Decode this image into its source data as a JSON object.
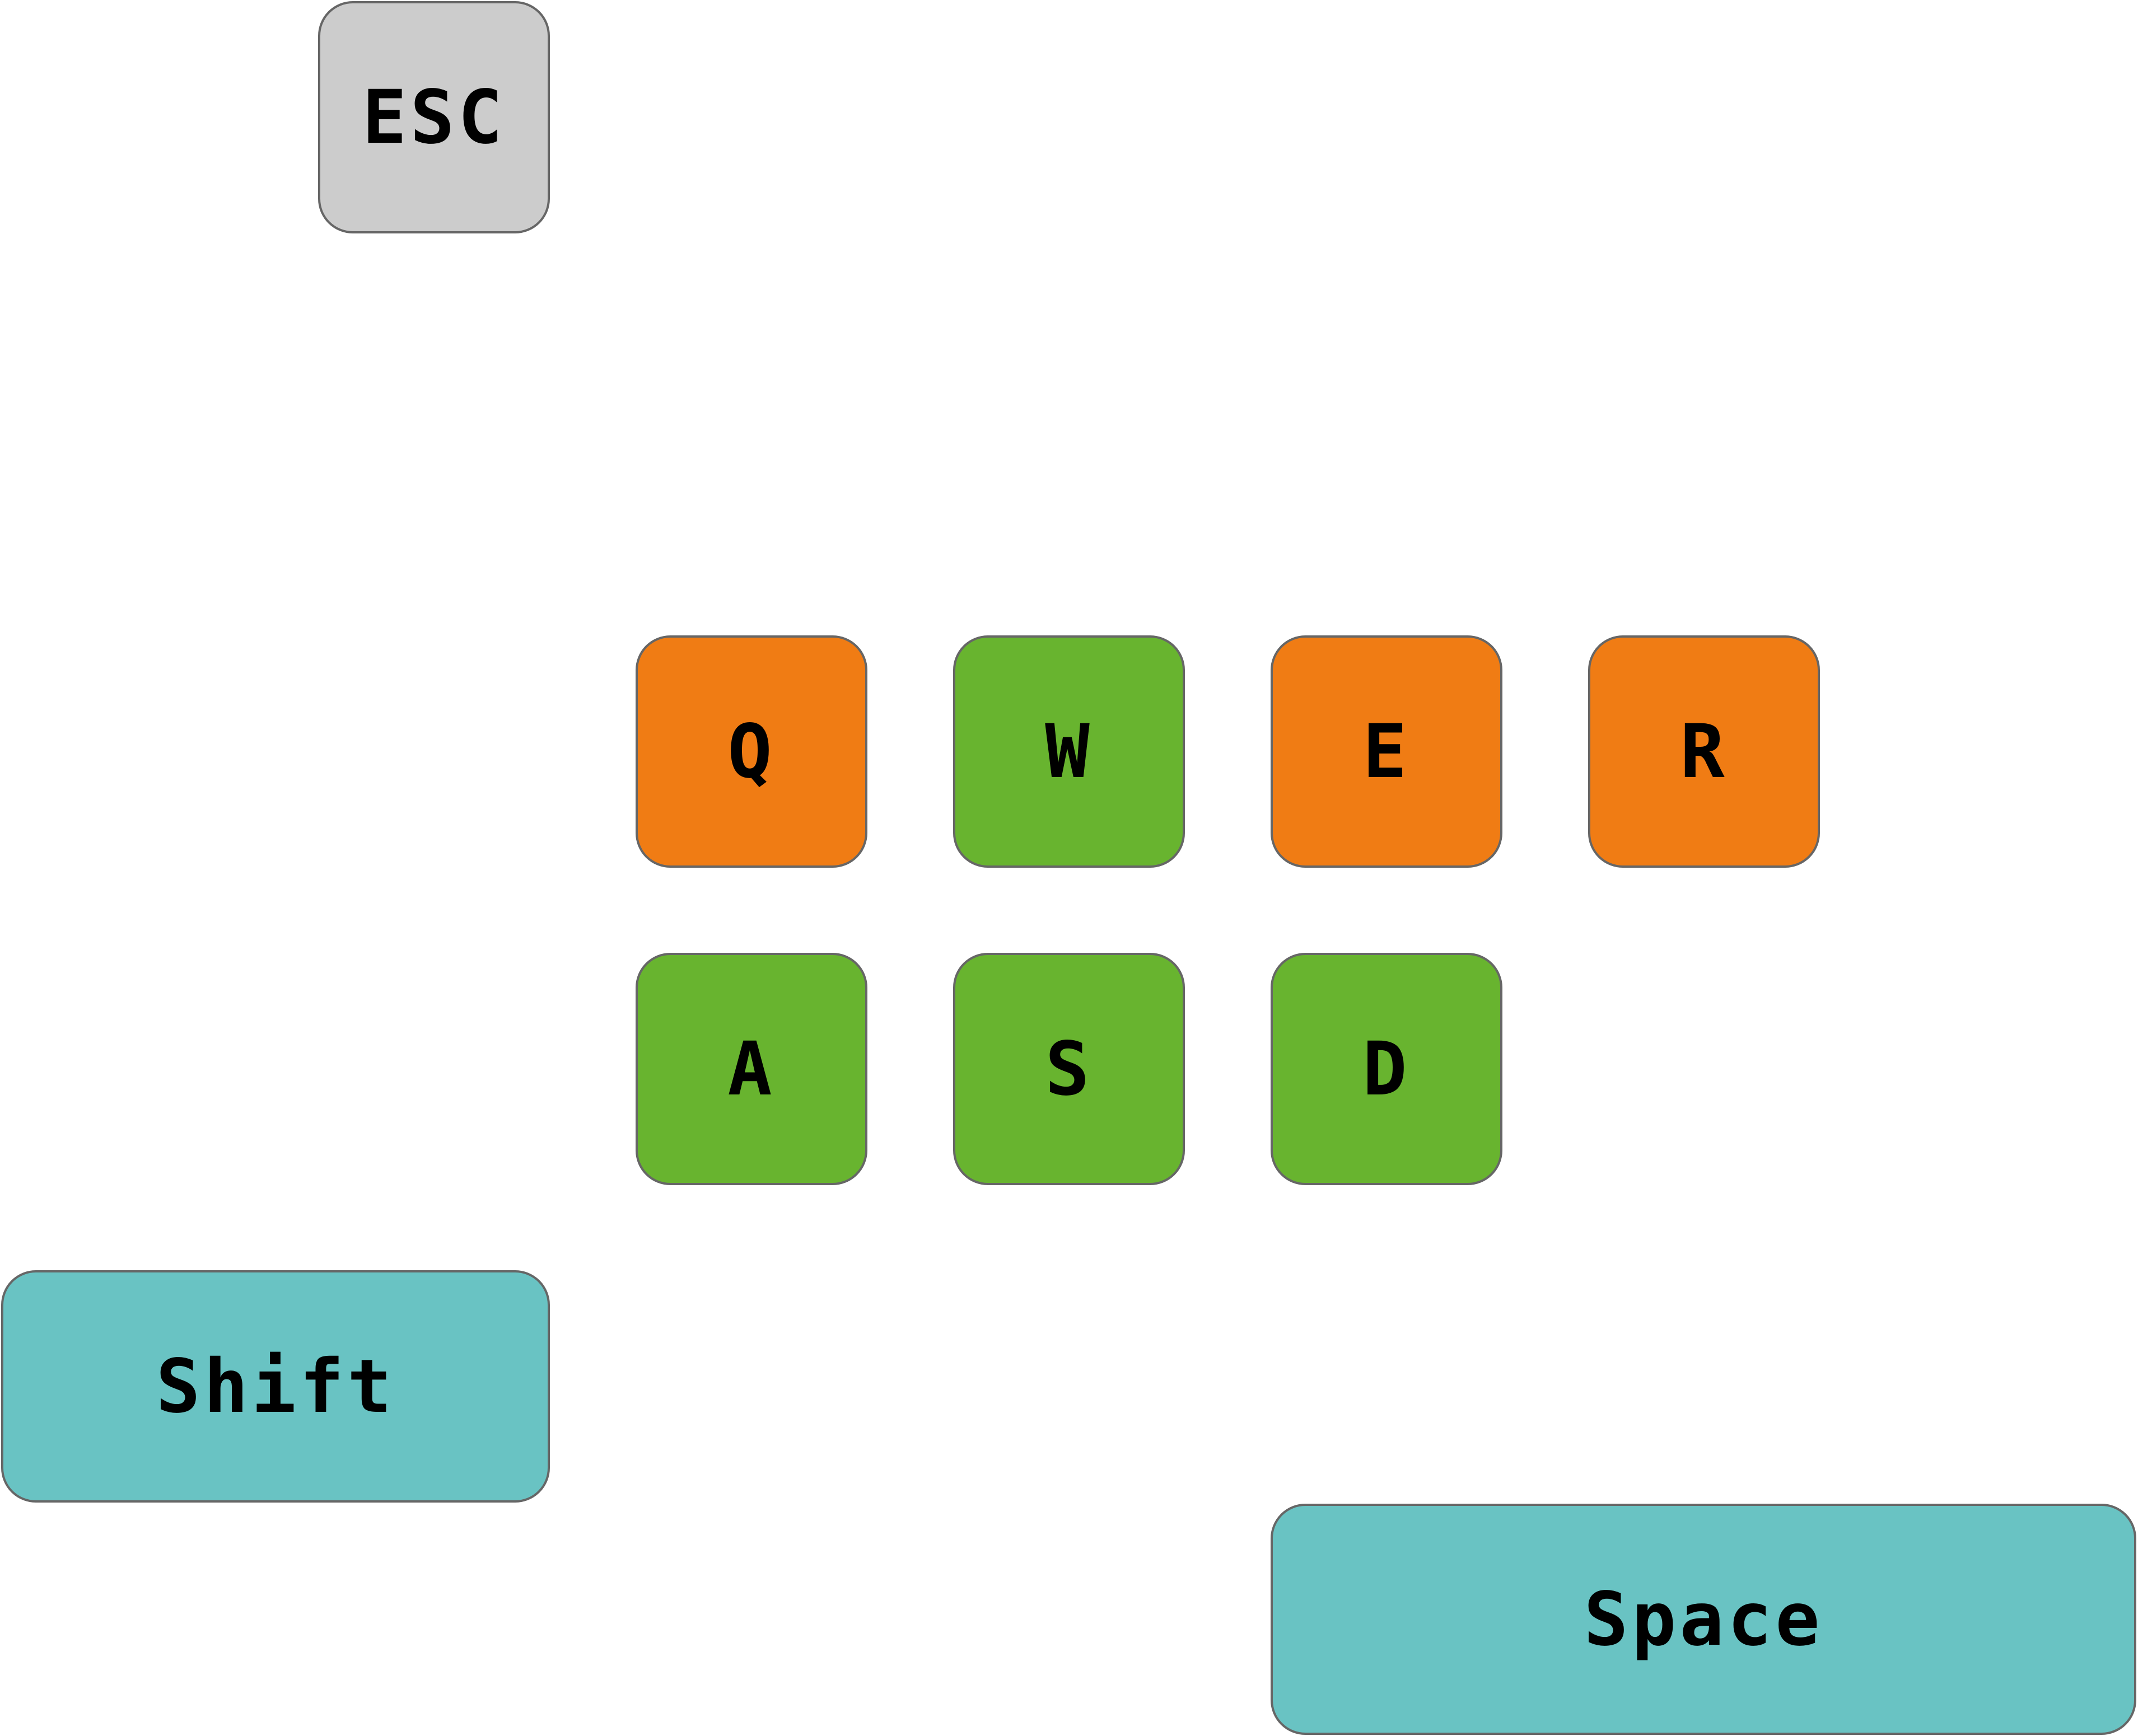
{
  "colors": {
    "neutral": "#cccccc",
    "orange": "#f07c14",
    "green": "#68b42f",
    "teal": "#69c3c3",
    "border": "#666666",
    "text": "#000000"
  },
  "keys": {
    "esc": {
      "label": "ESC",
      "color": "#cccccc"
    },
    "q": {
      "label": "Q",
      "color": "#f07c14"
    },
    "w": {
      "label": "W",
      "color": "#68b42f"
    },
    "e": {
      "label": "E",
      "color": "#f07c14"
    },
    "r": {
      "label": "R",
      "color": "#f07c14"
    },
    "a": {
      "label": "A",
      "color": "#68b42f"
    },
    "s": {
      "label": "S",
      "color": "#68b42f"
    },
    "d": {
      "label": "D",
      "color": "#68b42f"
    },
    "shift": {
      "label": "Shift",
      "color": "#69c3c3"
    },
    "space": {
      "label": "Space",
      "color": "#69c3c3"
    }
  }
}
